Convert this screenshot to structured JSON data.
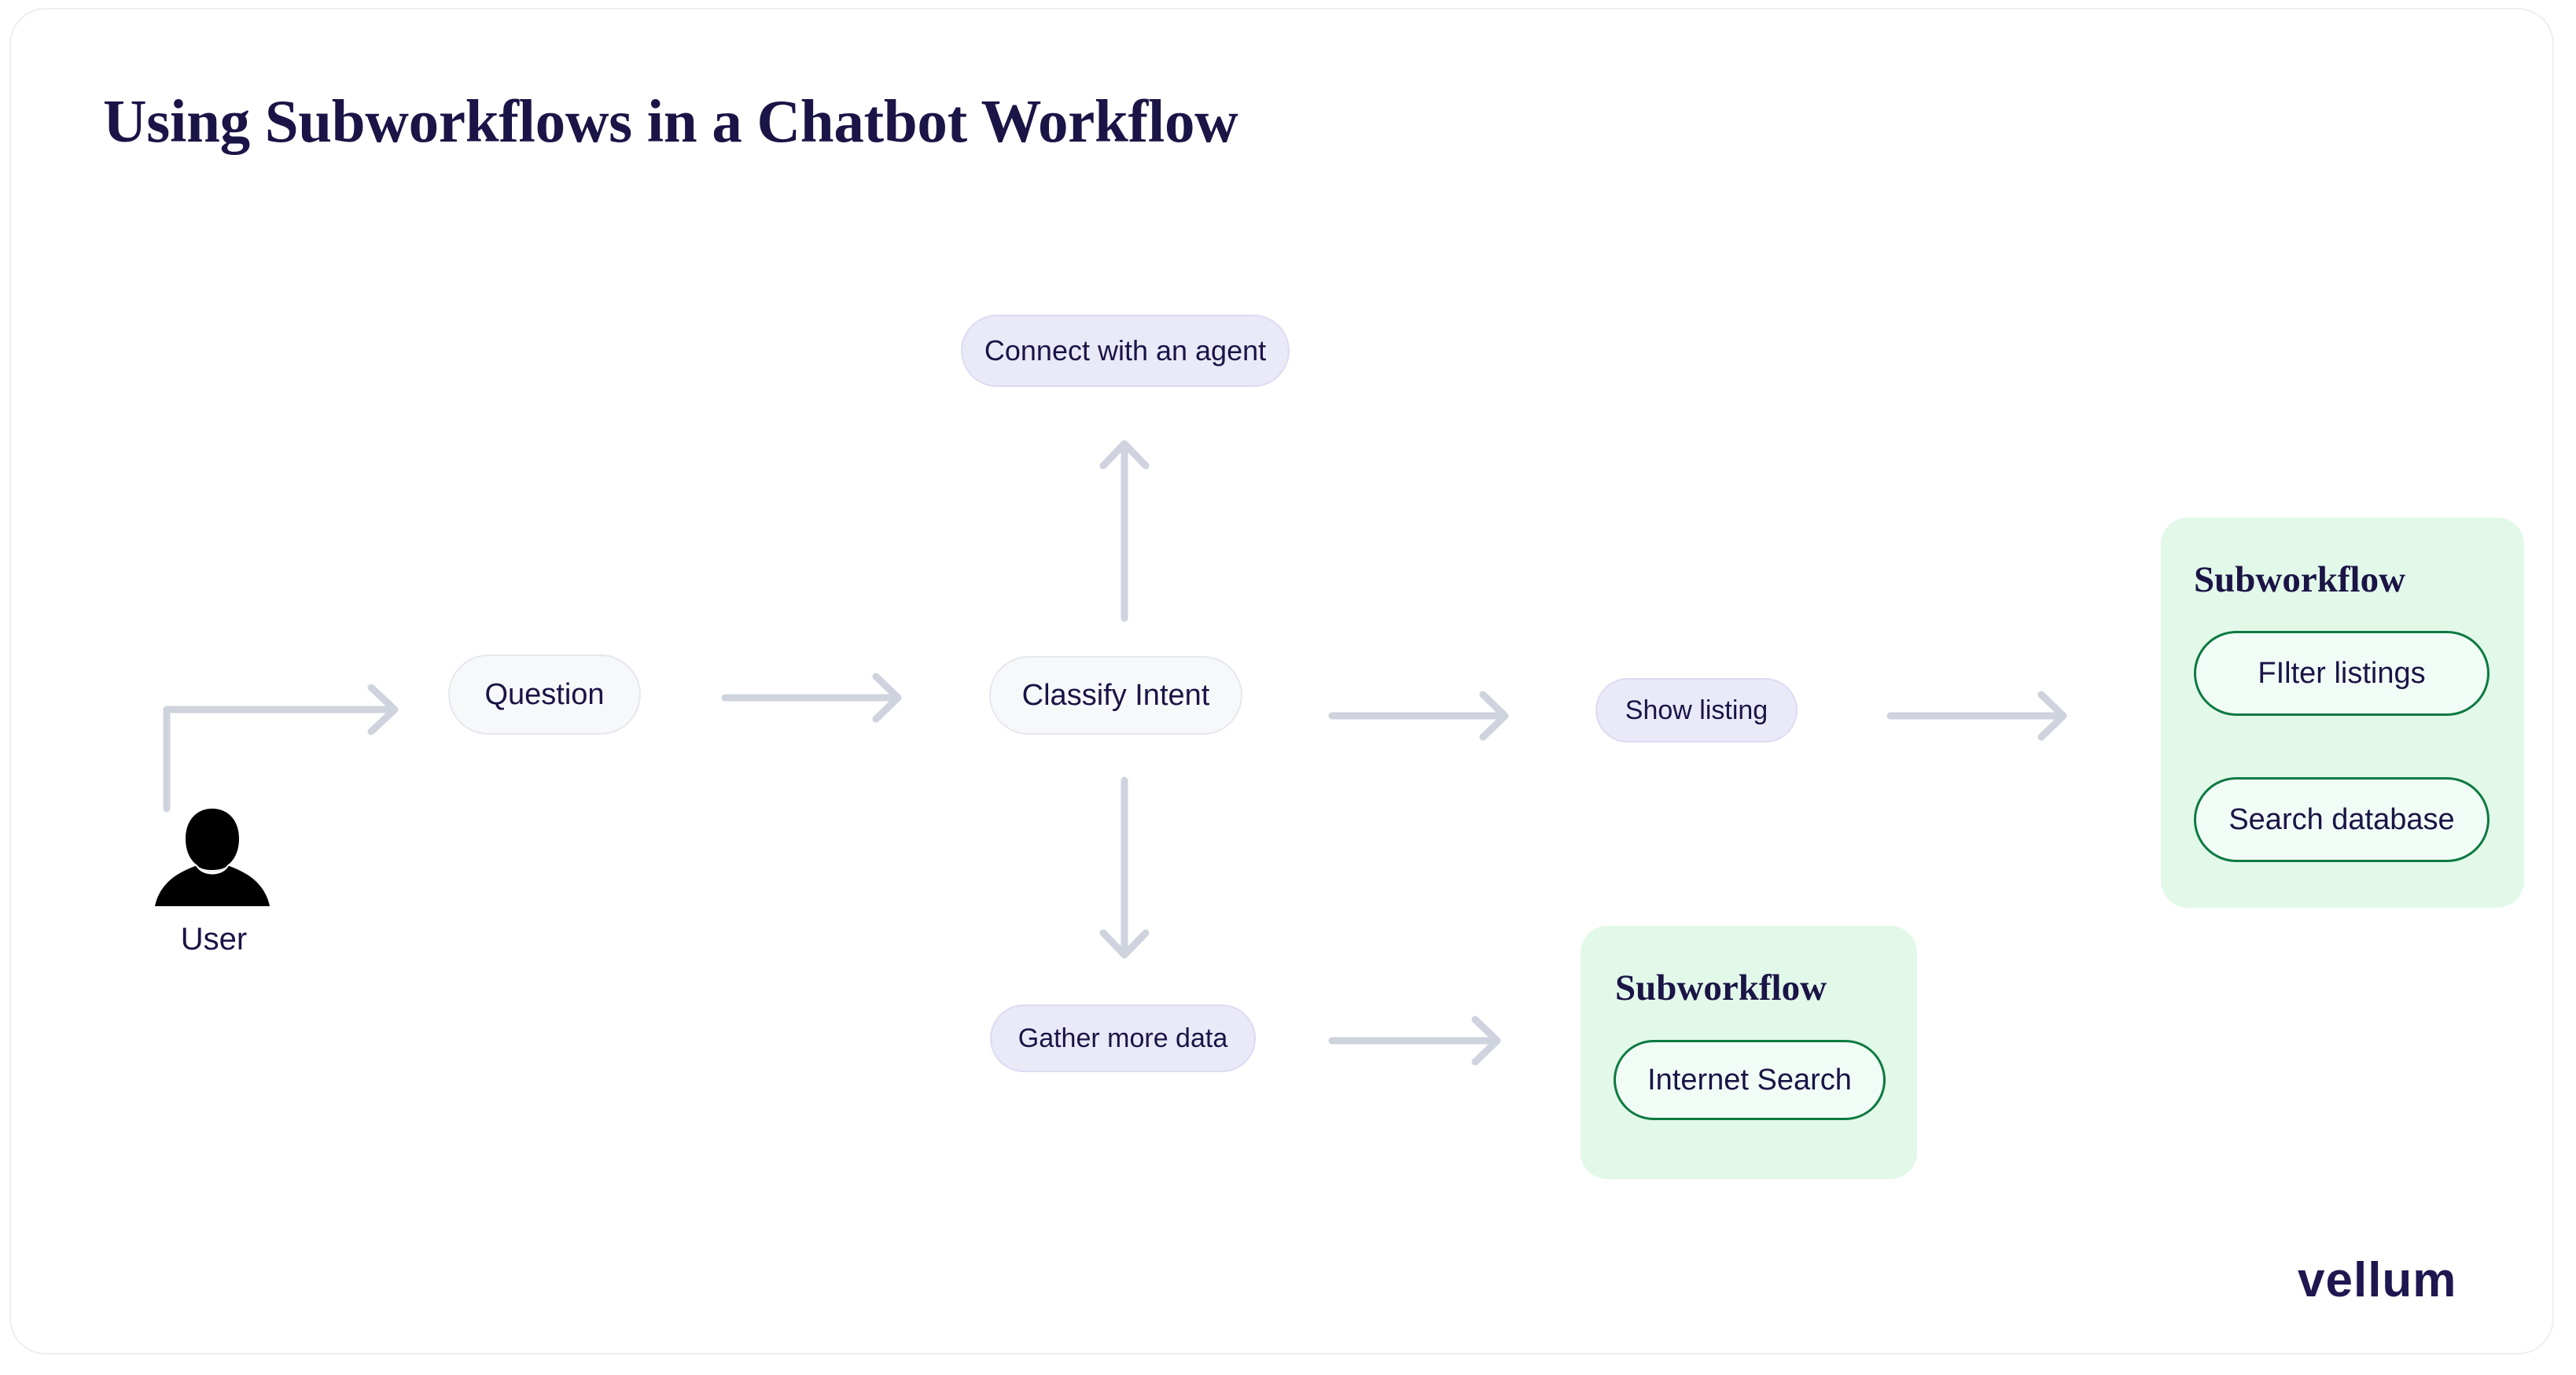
{
  "page": {
    "title": "Using Subworkflows in a Chatbot Workflow",
    "brand": "vellum",
    "background_color": "#ffffff",
    "title_color": "#1b1446"
  },
  "colors": {
    "title_navy": "#1b1446",
    "lavender_fill": "#eae9f8",
    "lavender_border": "#dddbf1",
    "neutral_fill": "#f7f8fa",
    "neutral_border": "#e6e8ee",
    "green_group_fill": "#e2f8e9",
    "green_node_fill": "#f2fcf6",
    "green_border": "#0c7a41",
    "connector_gray": "#ced3dd",
    "card_border": "#eceef2"
  },
  "actor": {
    "label": "User",
    "icon": "user-silhouette-icon"
  },
  "nodes": [
    {
      "id": "connect-agent",
      "label": "Connect with an agent",
      "style": "lavender"
    },
    {
      "id": "question",
      "label": "Question",
      "style": "neutral"
    },
    {
      "id": "classify-intent",
      "label": "Classify Intent",
      "style": "neutral"
    },
    {
      "id": "show-listing",
      "label": "Show listing",
      "style": "lavender"
    },
    {
      "id": "gather-more-data",
      "label": "Gather more data",
      "style": "lavender"
    }
  ],
  "subworkflows": [
    {
      "id": "listings",
      "title": "Subworkflow",
      "nodes": [
        {
          "id": "filter-listings",
          "label": "FIlter listings"
        },
        {
          "id": "search-database",
          "label": "Search database"
        }
      ]
    },
    {
      "id": "internet",
      "title": "Subworkflow",
      "nodes": [
        {
          "id": "internet-search",
          "label": "Internet Search"
        }
      ]
    }
  ],
  "connectors": [
    {
      "id": "user-to-question",
      "from": "User",
      "to": "Question",
      "shape": "elbow-up-right"
    },
    {
      "id": "question-to-classify",
      "from": "Question",
      "to": "Classify Intent",
      "shape": "arrow-right"
    },
    {
      "id": "classify-to-agent",
      "from": "Classify Intent",
      "to": "Connect with an agent",
      "shape": "arrow-up"
    },
    {
      "id": "classify-to-gather",
      "from": "Classify Intent",
      "to": "Gather more data",
      "shape": "arrow-down"
    },
    {
      "id": "classify-to-show",
      "from": "Classify Intent",
      "to": "Show listing",
      "shape": "arrow-right"
    },
    {
      "id": "show-to-subworkflow",
      "from": "Show listing",
      "to": "Subworkflow",
      "shape": "arrow-right"
    },
    {
      "id": "gather-to-subworkflow",
      "from": "Gather more data",
      "to": "Subworkflow",
      "shape": "arrow-right"
    }
  ]
}
